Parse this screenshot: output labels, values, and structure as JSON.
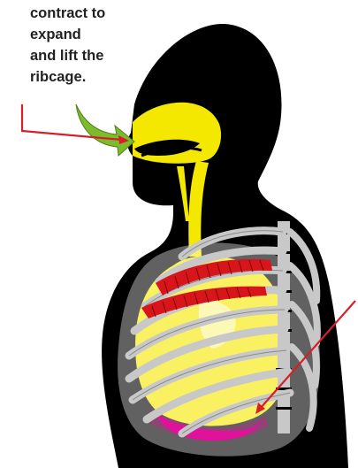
{
  "caption": {
    "lines": [
      "contract to",
      "expand",
      "and lift the",
      "ribcage."
    ]
  },
  "colors": {
    "silhouette": "#000000",
    "airway": "#f5e800",
    "lungs": "#f5e800",
    "ribs": "#c8c8c8",
    "intercostal_muscle": "#d7151b",
    "diaphragm": "#e0119a",
    "leader_line": "#d61f26",
    "airflow_arrow": "#7dbb2e"
  },
  "icons": {
    "airflow": "green-curved-arrow-icon"
  }
}
